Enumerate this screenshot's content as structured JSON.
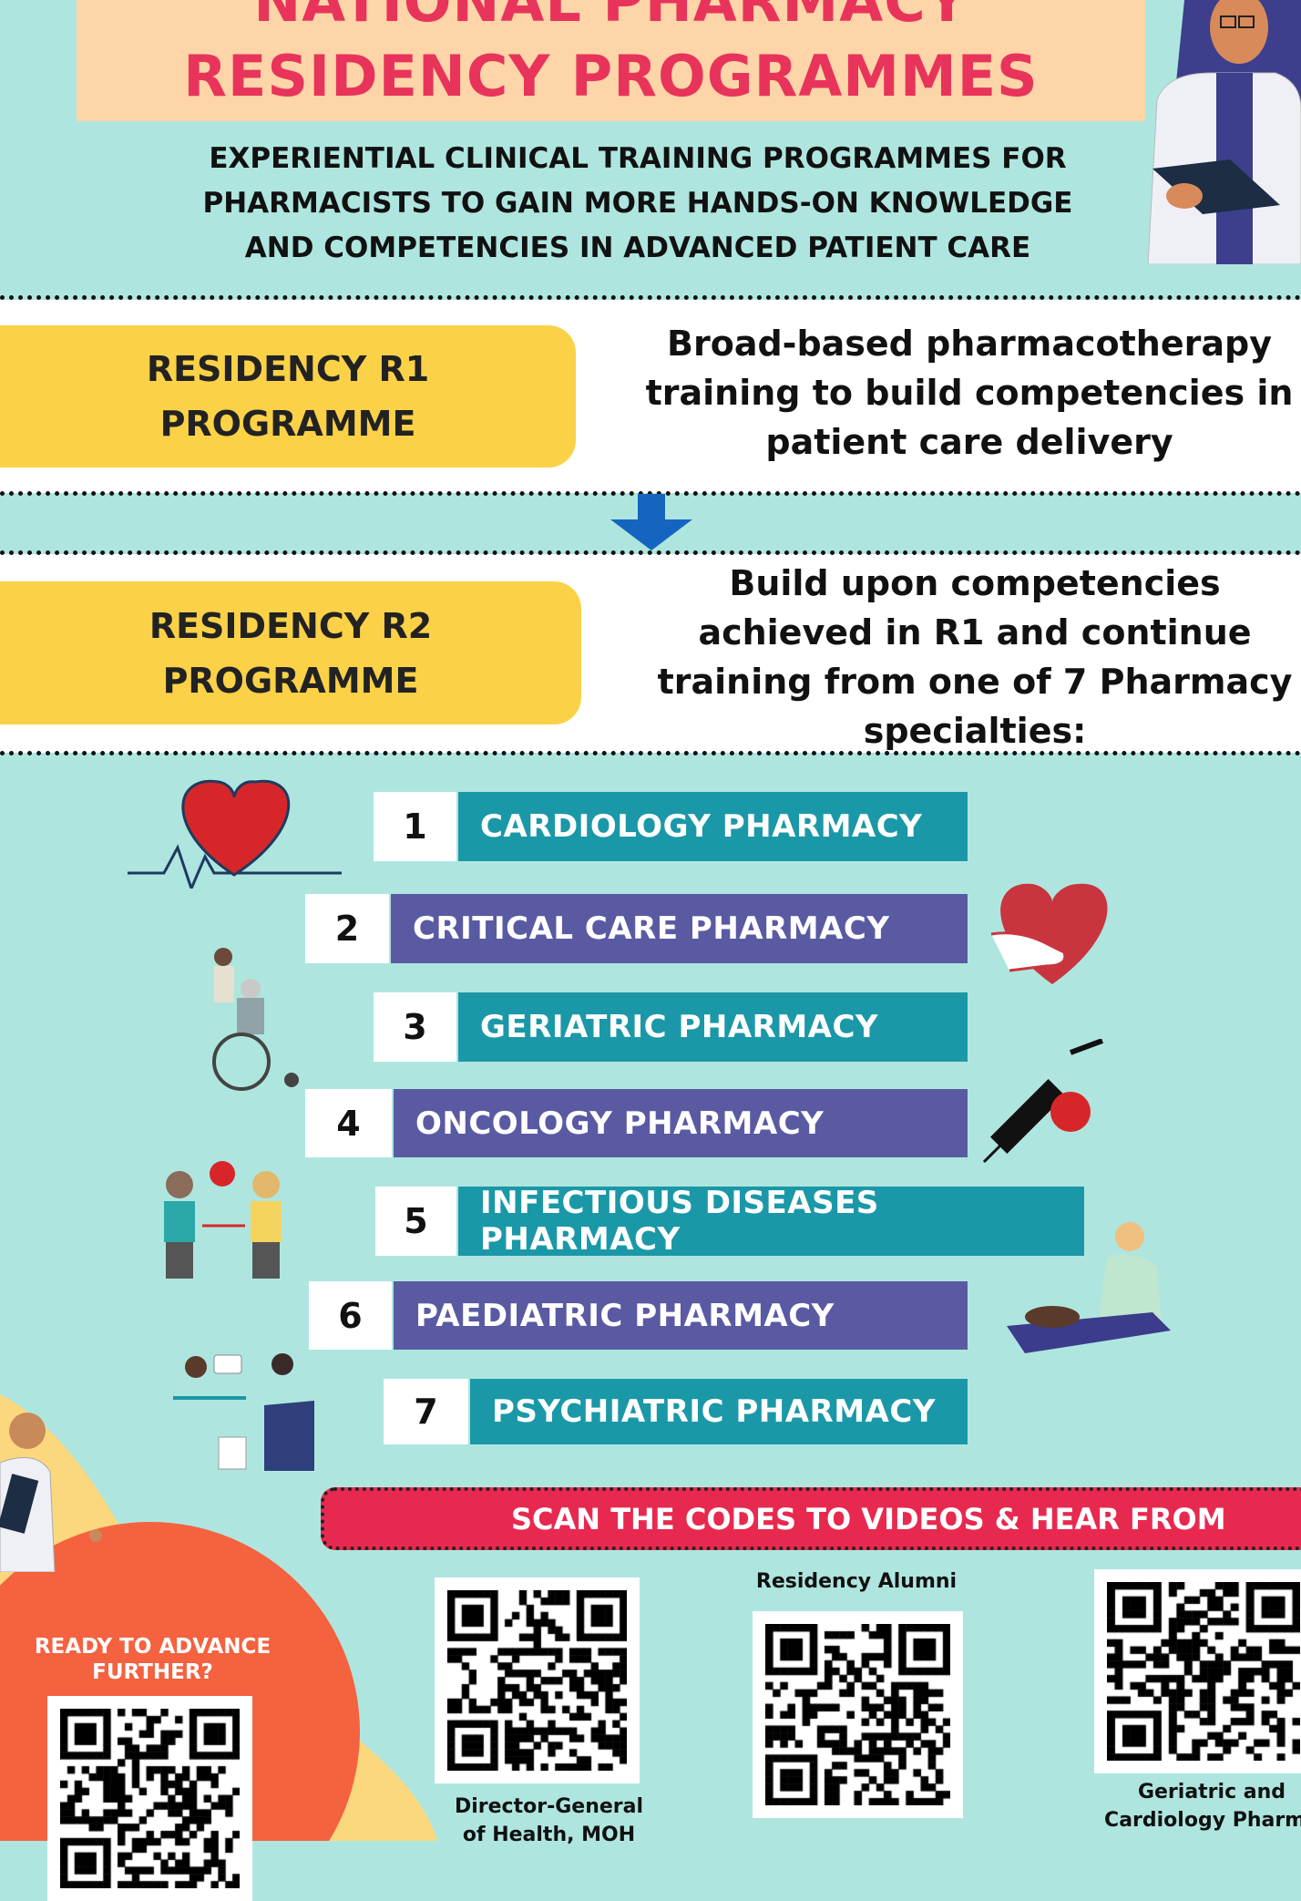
{
  "header": {
    "title_line1": "NATIONAL PHARMACY",
    "title_line2": "RESIDENCY PROGRAMMES",
    "subtitle": [
      "EXPERIENTIAL CLINICAL TRAINING PROGRAMMES FOR",
      "PHARMACISTS TO GAIN MORE HANDS-ON KNOWLEDGE",
      "AND COMPETENCIES IN ADVANCED PATIENT CARE"
    ]
  },
  "r1": {
    "label": [
      "RESIDENCY R1",
      "PROGRAMME"
    ],
    "description": [
      "Broad-based pharmacotherapy",
      "training to build competencies in",
      "patient care delivery"
    ]
  },
  "r2": {
    "label": [
      "RESIDENCY R2",
      "PROGRAMME"
    ],
    "description": [
      "Build upon competencies",
      "achieved in R1 and continue",
      "training from one of 7 Pharmacy",
      "specialties:"
    ]
  },
  "specialties": [
    {
      "num": "1",
      "label": "CARDIOLOGY PHARMACY",
      "color": "#1b98a8",
      "icon": "heart-pulse-icon"
    },
    {
      "num": "2",
      "label": "CRITICAL CARE PHARMACY",
      "color": "#5a5aa3",
      "icon": "heart-hands-icon"
    },
    {
      "num": "3",
      "label": "GERIATRIC PHARMACY",
      "color": "#1b98a8",
      "icon": "wheelchair-icon"
    },
    {
      "num": "4",
      "label": "ONCOLOGY PHARMACY",
      "color": "#5a5aa3",
      "icon": "syringe-icon"
    },
    {
      "num": "5",
      "label": "INFECTIOUS DISEASES PHARMACY",
      "color": "#1b98a8",
      "icon": "distancing-icon"
    },
    {
      "num": "6",
      "label": "PAEDIATRIC PHARMACY",
      "color": "#5a5aa3",
      "icon": "baby-care-icon"
    },
    {
      "num": "7",
      "label": "PSYCHIATRIC PHARMACY",
      "color": "#1b98a8",
      "icon": "counselling-icon"
    }
  ],
  "scan": {
    "banner": "SCAN THE CODES TO VIDEOS & HEAR FROM",
    "qr_labels": {
      "dg": [
        "Director-General",
        "of Health, MOH"
      ],
      "alumni": "Residency Alumni",
      "geriatric": [
        "Geriatric and",
        "Cardiology Pharma"
      ]
    }
  },
  "cta": {
    "label": [
      "READY TO ADVANCE",
      "FURTHER?"
    ]
  },
  "colors": {
    "background": "#aee6df",
    "title": "#e8345a",
    "pill": "#fbd147",
    "teal": "#1b98a8",
    "purple": "#5a5aa3",
    "banner": "#e8294f",
    "arrow": "#1565c0"
  }
}
